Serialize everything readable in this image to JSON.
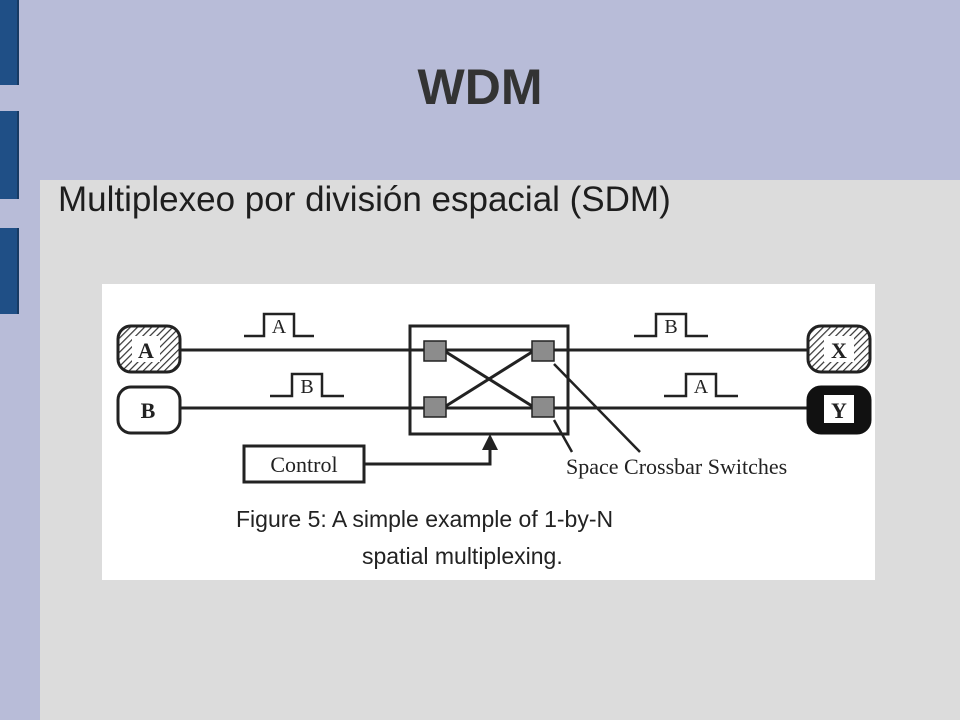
{
  "slide": {
    "title": "WDM",
    "subtitle": "Multiplexeo por división espacial (SDM)"
  },
  "figure": {
    "inputs": [
      "A",
      "B"
    ],
    "outputs": [
      "X",
      "Y"
    ],
    "input_pulses": [
      "A",
      "B"
    ],
    "output_pulses": [
      "B",
      "A"
    ],
    "control_label": "Control",
    "switch_label": "Space Crossbar Switches",
    "caption_line1": "Figure 5: A simple example of 1-by-N",
    "caption_line2": "spatial multiplexing."
  },
  "colors": {
    "background": "#dcdcdc",
    "band": "#b8bcd8",
    "accent": "#1f4f86",
    "switch_fill": "#8c8c8c"
  }
}
